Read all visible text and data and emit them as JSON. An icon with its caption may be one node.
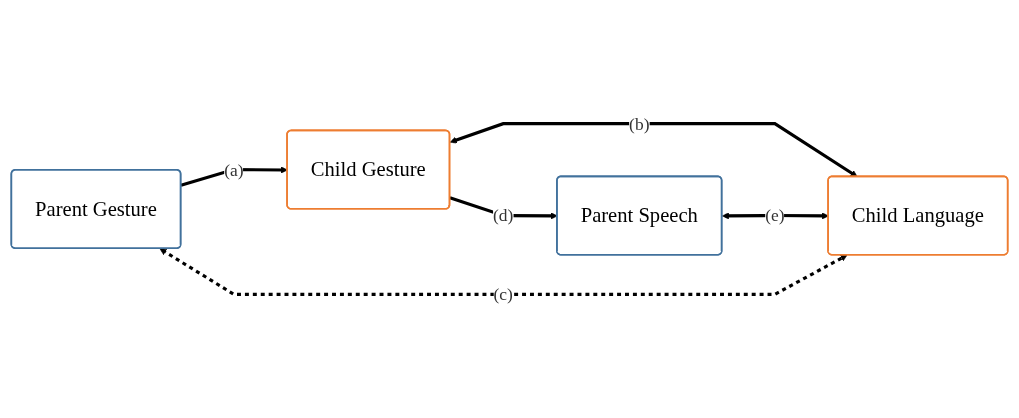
{
  "diagram": {
    "nodes": [
      {
        "text": [
          "Child Gesture"
        ]
      },
      {
        "text": [
          "Parent Speech"
        ]
      },
      {
        "text": [
          "Parent Gesture"
        ]
      },
      {
        "text": [
          "Child Language"
        ]
      }
    ],
    "edges": [
      {
        "from": 2,
        "to": 0,
        "arrow": "to",
        "label": "(a)"
      },
      {
        "from": 0,
        "to": 3,
        "arrow": "both",
        "label": "(b)"
      },
      {
        "from": 2,
        "to": 3,
        "arrow": "both",
        "label": "(c)",
        "style": "dashed"
      },
      {
        "from": 0,
        "to": 1,
        "arrow": "to",
        "label": "(d)"
      },
      {
        "from": 1,
        "to": 3,
        "arrow": "both",
        "label": "(e)"
      }
    ]
  }
}
